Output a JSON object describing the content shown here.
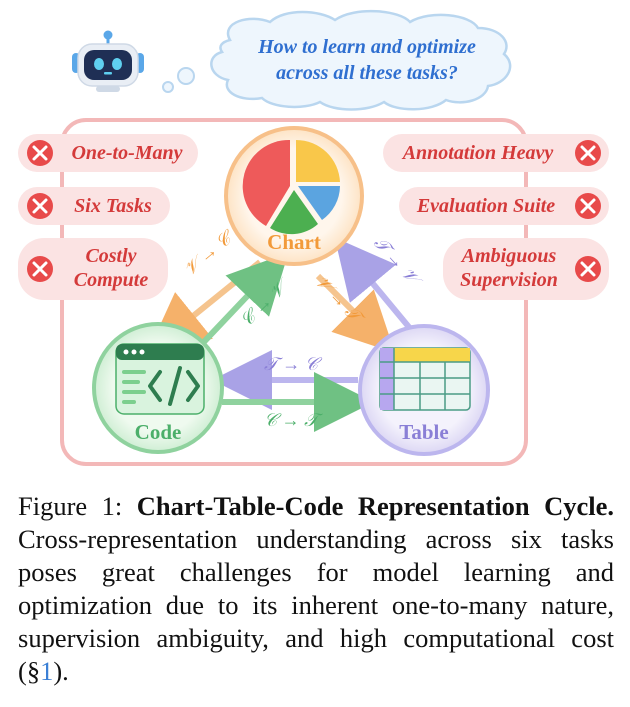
{
  "bubble": {
    "line1": "How to learn and optimize",
    "line2": "across all these tasks?"
  },
  "challenges_left": [
    {
      "label": "One-to-Many"
    },
    {
      "label": "Six Tasks"
    },
    {
      "label": "Costly",
      "label2": "Compute"
    }
  ],
  "challenges_right": [
    {
      "label": "Annotation Heavy"
    },
    {
      "label": "Evaluation Suite"
    },
    {
      "label": "Ambiguous",
      "label2": "Supervision"
    }
  ],
  "nodes": {
    "chart": {
      "label": "Chart",
      "color": "#f29a3a"
    },
    "code": {
      "label": "Code",
      "color": "#4caf6a"
    },
    "table": {
      "label": "Table",
      "color": "#8a7fd6"
    }
  },
  "arrows": {
    "v_to_c": "𝒱 → 𝒞",
    "c_to_v": "𝒞 → 𝒱",
    "t_to_v": "𝒯 → 𝒱",
    "v_to_t": "𝒱 → 𝒯",
    "t_to_c": "𝒯 → 𝒞",
    "c_to_t": "𝒞 → 𝒯"
  },
  "caption": {
    "prefix": "Figure 1: ",
    "title": "Chart-Table-Code Representation Cycle.",
    "body": " Cross-representation understanding across six tasks poses great challenges for model learning and optimization due to its inherent one-to-many nature, supervision ambiguity, and high computational cost (§",
    "ref": "1",
    "suffix": ")."
  },
  "colors": {
    "frame": "#f3b8b8",
    "pill_fill": "#fbe3e3",
    "x_badge": "#e84a4a",
    "bubble_stroke": "#b9d6ef",
    "bubble_fill": "#eef6fd"
  }
}
